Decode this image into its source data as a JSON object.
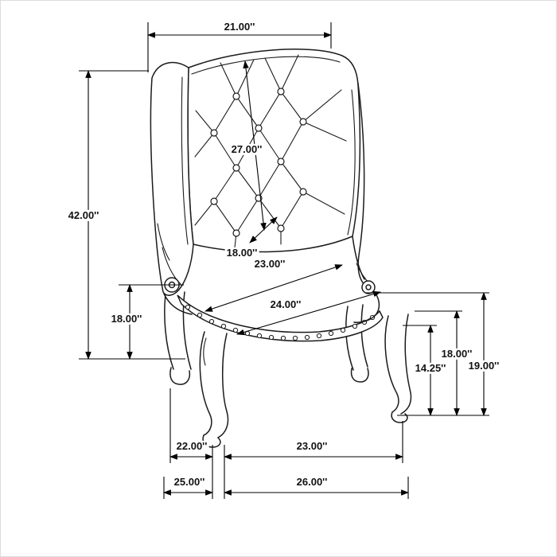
{
  "colors": {
    "background": "#ffffff",
    "line": "#1b1b1b",
    "label_text": "#111111"
  },
  "dimensions": {
    "top_width": "21.00''",
    "left_height": "42.00''",
    "back_diagonal": "27.00''",
    "seat_diagonal": "18.00''",
    "seat_width": "23.00''",
    "front_width": "24.00''",
    "left_seat_height": "18.00''",
    "right_inner": "14.25''",
    "right_middle": "18.00''",
    "right_outer": "19.00''",
    "bottom_left_upper": "22.00''",
    "bottom_right_upper": "23.00''",
    "bottom_left_lower": "25.00''",
    "bottom_right_lower": "26.00''"
  }
}
